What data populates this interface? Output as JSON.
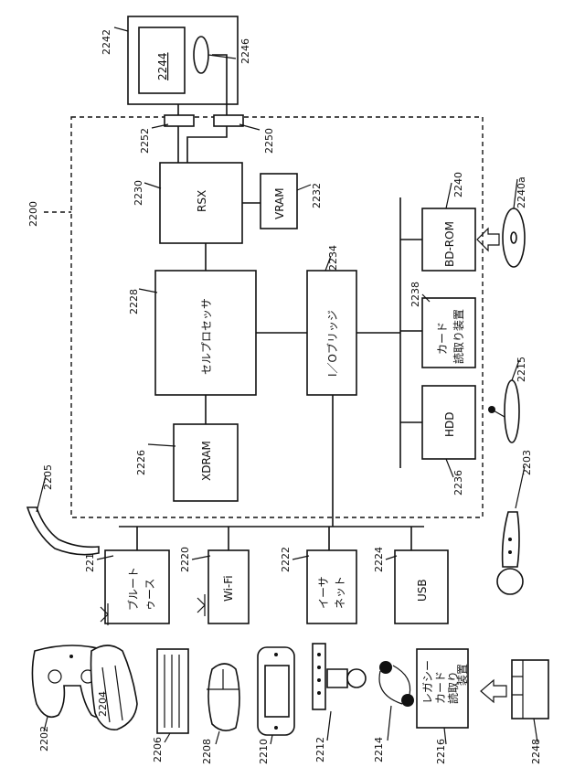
{
  "components": {
    "rsx": "RSX",
    "vram": "VRAM",
    "cell_processor": "セルプロセッサ",
    "xdram": "XDRAM",
    "io_bridge": "I／Oブリッジ",
    "bd_rom": "BD-ROM",
    "card_reader_line1": "カード",
    "card_reader_line2": "読取り装置",
    "hdd": "HDD",
    "bluetooth_line1": "ブルート",
    "bluetooth_line2": "ゥース",
    "wifi": "Wi-Fi",
    "ethernet_line1": "イーサ",
    "ethernet_line2": "ネット",
    "usb": "USB",
    "legacy_reader_line1": "レガシー",
    "legacy_reader_line2": "カード",
    "legacy_reader_line3": "読取り",
    "legacy_reader_line4": "装置",
    "display_screen": "2244"
  },
  "refs": {
    "r2200": "2200",
    "r2202": "2202",
    "r2203": "2203",
    "r2204": "2204",
    "r2205": "2205",
    "r2206": "2206",
    "r2208": "2208",
    "r2210": "2210",
    "r2212": "2212",
    "r2214": "2214",
    "r2215": "2215",
    "r2216": "2216",
    "r2218": "2218",
    "r2220": "2220",
    "r2222": "2222",
    "r2224": "2224",
    "r2226": "2226",
    "r2228": "2228",
    "r2230": "2230",
    "r2232": "2232",
    "r2234": "2234",
    "r2236": "2236",
    "r2238": "2238",
    "r2240": "2240",
    "r2240a": "2240a",
    "r2242": "2242",
    "r2246": "2246",
    "r2248": "2248",
    "r2250": "2250",
    "r2252": "2252"
  }
}
